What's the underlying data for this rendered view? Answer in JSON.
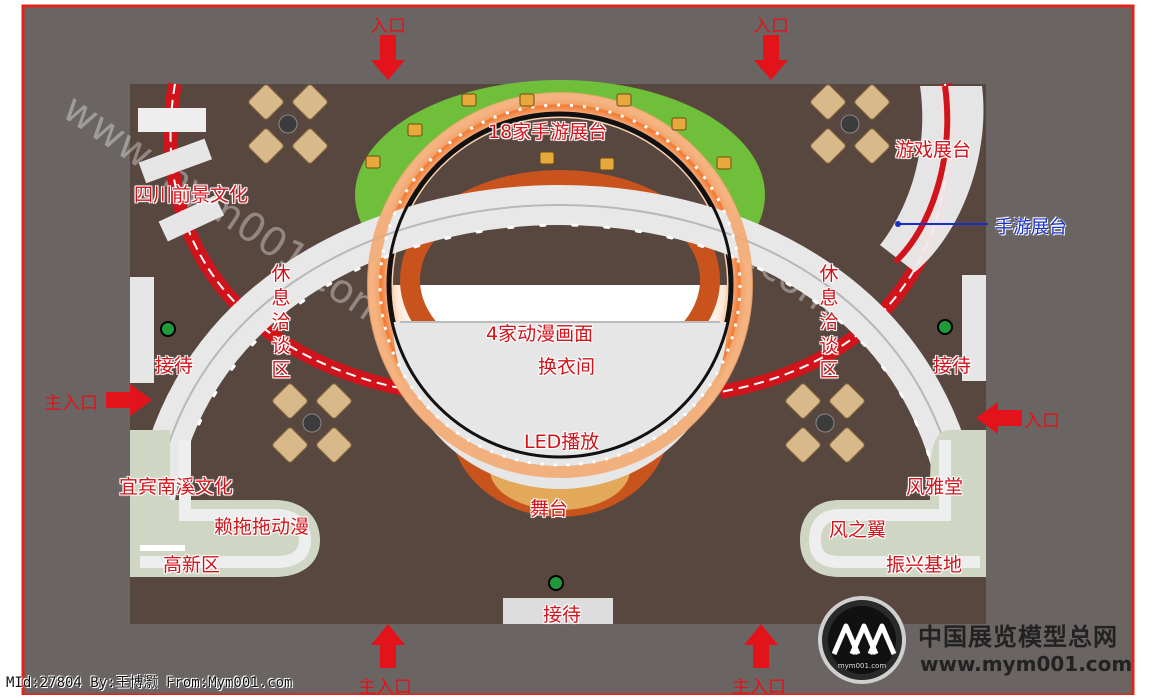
{
  "colors": {
    "frame": "#e2231a",
    "outer_floor": "#6a6563",
    "booth_floor": "#58473f",
    "ring_orange": "#f07a32",
    "arc_red": "#d1141b",
    "walkway": "#dcdcdc",
    "label_red": "#d0141b",
    "label_blue": "#1830c8",
    "green_wall": "#6fbf3a"
  },
  "entrances": {
    "top_left": "入口",
    "top_right": "入口",
    "left_main": "主入口",
    "right": "入口",
    "bottom_left": "主入口",
    "bottom_right": "主入口"
  },
  "zones": {
    "mobile_games_18": "18家手游展台",
    "sichuan_qianjing": "四川前景文化",
    "game_booth": "游戏展台",
    "mobile_booth": "手游展台",
    "lounge_left": "休息洽谈区",
    "lounge_right": "休息洽谈区",
    "anime_4": "4家动漫画面",
    "changing_room": "换衣间",
    "reception_left": "接待",
    "reception_right": "接待",
    "reception_bottom": "接待",
    "led_screen": "LED播放",
    "stage": "舞台",
    "yibin_nanxi": "宜宾南溪文化",
    "laituotuo": "赖拖拖动漫",
    "gaoxin": "高新区",
    "fengyatang": "风雅堂",
    "fengzhiyi": "风之翼",
    "zhenxing": "振兴基地"
  },
  "watermark": "www.mym001.com",
  "footer": {
    "id_credit": "MId:27804 By:王博灏 From:Mym001.com",
    "brand_cn": "中国展览模型总网",
    "brand_url": "www.mym001.com",
    "logo_sub": "mym001.com"
  },
  "icons": {
    "entry_arrow": "red-arrow-icon",
    "plant": "potted-plant-icon",
    "seating": "table-and-chairs-icon",
    "logo": "ava-logo-icon"
  }
}
